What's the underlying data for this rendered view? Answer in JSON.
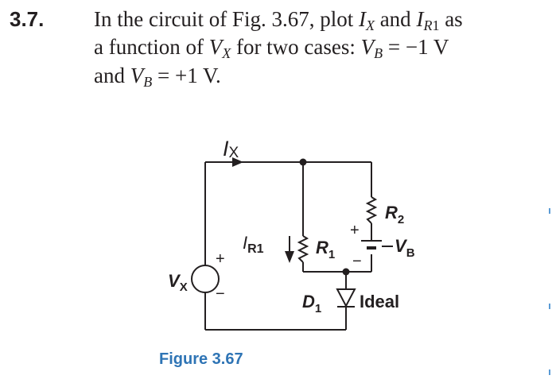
{
  "problem": {
    "number": "3.7.",
    "line1_a": "In the circuit of Fig. 3.67, plot ",
    "line1_i": "I",
    "line1_isub": "X",
    "line1_and": " and ",
    "line1_ir": "I",
    "line1_irsub": "R",
    "line1_irsubnum": "1",
    "line1_as": " as",
    "line2_a": "a function of ",
    "line2_v": "V",
    "line2_vsub": "X",
    "line2_b": " for two cases: ",
    "line2_vb": "V",
    "line2_vbsub": "B",
    "line2_eq": " = −1 V",
    "line3_a": "and ",
    "line3_vb": "V",
    "line3_vbsub": "B",
    "line3_eq": " = +1 V."
  },
  "figure": {
    "ix_label": "I",
    "ix_sub": "X",
    "ir1_label": "I",
    "ir1_sub": "R1",
    "r1_label": "R",
    "r1_sub": "1",
    "r2_label": "R",
    "r2_sub": "2",
    "vb_label": "V",
    "vb_sub": "B",
    "vx_label": "V",
    "vx_sub": "X",
    "plus": "+",
    "minus": "−",
    "d1_label": "D",
    "d1_sub": "1",
    "ideal_label": "Ideal",
    "caption": "Figure 3.67"
  }
}
